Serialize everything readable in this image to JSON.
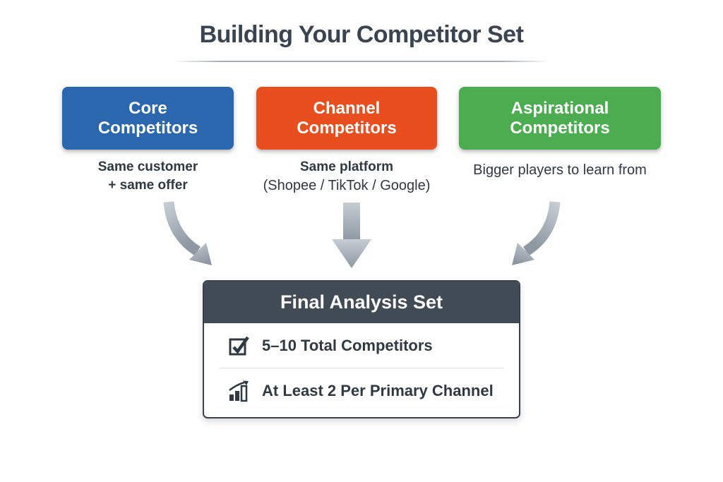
{
  "title": "Building Your Competitor Set",
  "columns": [
    {
      "label_line1": "Core",
      "label_line2": "Competitors",
      "color": "#2b67ae",
      "desc_line1": "Same customer",
      "desc_line2": "+ same offer"
    },
    {
      "label_line1": "Channel",
      "label_line2": "Competitors",
      "color": "#e94e1f",
      "desc_line1": "Same platform",
      "desc_line2": "(Shopee / TikTok / Google)"
    },
    {
      "label_line1": "Aspirational",
      "label_line2": "Competitors",
      "color": "#4bad4f",
      "desc_line1": "Bigger players to learn from",
      "desc_line2": ""
    }
  ],
  "final": {
    "title": "Final Analysis Set",
    "header_color": "#414b55",
    "items": [
      {
        "icon": "checked-checkbox-icon",
        "text": "5–10 Total Competitors"
      },
      {
        "icon": "bar-chart-growth-icon",
        "text": "At Least 2 Per Primary Channel"
      }
    ]
  },
  "colors": {
    "background": "#fefefe",
    "title_text": "#3a4450",
    "body_text": "#2f3944",
    "arrow_gray_light": "#c6cdd4",
    "arrow_gray_dark": "#8d98a2"
  }
}
